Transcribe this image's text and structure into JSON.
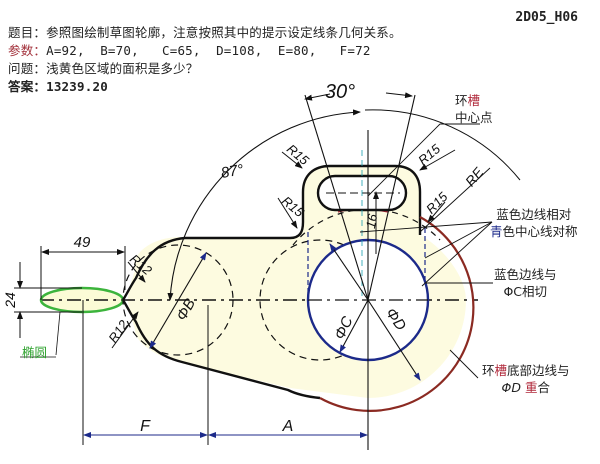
{
  "header": {
    "code": "2D05_H06",
    "task_label": "题目：",
    "task_text": "参照图绘制草图轮廓，注意按照其中的提示设定线条几何关系。",
    "params_label": "参数：",
    "params_text": "A=92,  B=70,   C=65,  D=108,  E=80,   F=72",
    "question_label": "问题：",
    "question_text": "浅黄色区域的面积是多少？",
    "answer_label": "答案：",
    "answer_value": "13239.20"
  },
  "parameters": {
    "A": 92,
    "B": 70,
    "C": 65,
    "D": 108,
    "E": 80,
    "F": 72
  },
  "drawing": {
    "dimensions": {
      "angle_top": "30°",
      "angle_left": "87°",
      "ellipse_length": "49",
      "ellipse_height": "24",
      "r12_top": "R12",
      "r12_bottom": "R12",
      "r15_1": "R15",
      "r15_2": "R15",
      "r15_3": "R15",
      "r15_4": "R15",
      "re": "RE",
      "slot_offset": "16",
      "dia_b": "ΦB",
      "dia_c": "ΦC",
      "dia_d": "ΦD",
      "dim_f": "F",
      "dim_a": "A"
    },
    "notes": {
      "slot_center_line1_a": "环",
      "slot_center_line1_b": "槽",
      "slot_center_line2": "中心点",
      "symmetric_line1": "蓝色边线相对",
      "symmetric_line2_a": "青",
      "symmetric_line2_b": "色中心线对称",
      "tangent_line1": "蓝色边线与",
      "tangent_line2": "ΦC相切",
      "coincide_line1_a": "环",
      "coincide_line1_b": "槽",
      "coincide_line1_c": "底部边线与",
      "coincide_line2_a": "ΦD ",
      "coincide_line2_b": "重",
      "coincide_line2_c": "合",
      "ellipse_label": "椭圆"
    },
    "colors": {
      "fill": "#fdfbe0",
      "outline": "#111111",
      "blue": "#1c2a8a",
      "dark_red": "#8b2a22",
      "green": "#3cb43c",
      "label_red": "#a2303a"
    }
  }
}
